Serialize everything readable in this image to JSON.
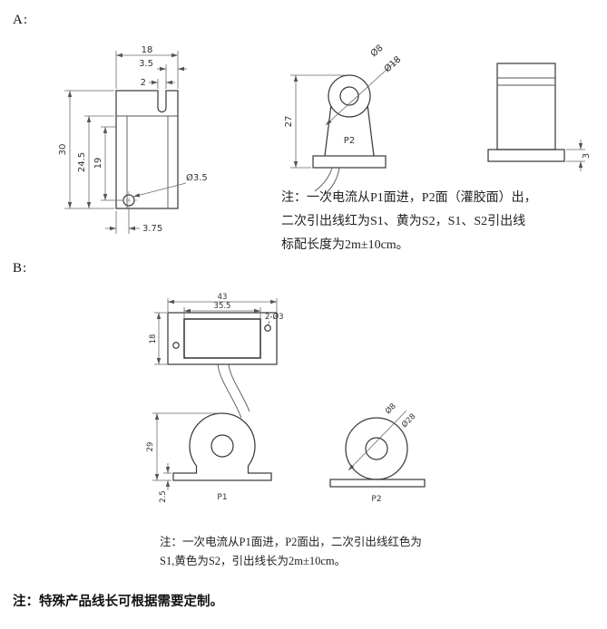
{
  "page": {
    "label_a": "A:",
    "label_b": "B:",
    "footer_note": "注：特殊产品线长可根据需要定制。"
  },
  "section_a": {
    "front": {
      "dim_width": "18",
      "dim_slot_offset": "3.5",
      "dim_slot_width": "2",
      "dim_height": "30",
      "dim_height_mid": "24.5",
      "dim_height_inner": "19",
      "dim_hole": "Ø3.5",
      "dim_hole_offset": "3.75"
    },
    "side": {
      "dim_inner_dia": "Ø8",
      "dim_outer_dia": "Ø18",
      "dim_height": "27",
      "face_label": "P2"
    },
    "profile": {
      "dim_base": "3"
    },
    "note": {
      "line1": "注：一次电流从P1面进，P2面（灌胶面）出，",
      "line2": "二次引出线红为S1、黄为S2，S1、S2引出线",
      "line3": "标配长度为2m±10cm。"
    }
  },
  "section_b": {
    "top": {
      "dim_width": "43",
      "dim_inner_width": "35.5",
      "dim_depth": "18",
      "dim_holes": "2-Ø3"
    },
    "p1": {
      "dim_height": "29",
      "dim_base": "2.5",
      "face_label": "P1"
    },
    "p2": {
      "dim_inner_dia": "Ø8",
      "dim_outer_dia": "Ø28",
      "face_label": "P2"
    },
    "note": {
      "line1": "注：一次电流从P1面进，P2面出，二次引出线红色为",
      "line2": "S1,黄色为S2，引出线长为2m±10cm。"
    }
  }
}
